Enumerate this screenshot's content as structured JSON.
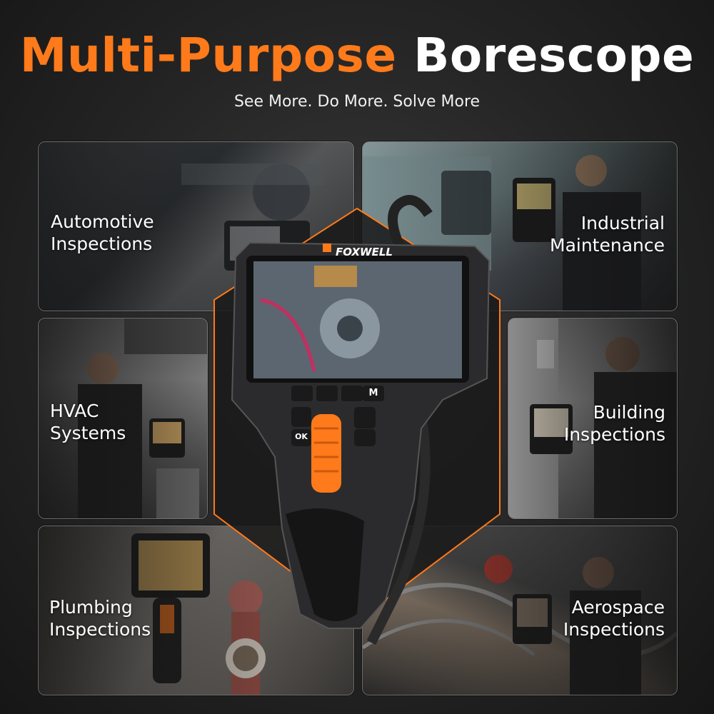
{
  "header": {
    "title_accent": "Multi-Purpose",
    "title_main": "Borescope",
    "subtitle": "See More. Do More. Solve More"
  },
  "colors": {
    "accent": "#ff7a1a",
    "background": "#242424",
    "text": "#ffffff"
  },
  "cards": {
    "automotive": {
      "line1": "Automotive",
      "line2": "Inspections"
    },
    "industrial": {
      "line1": "Industrial",
      "line2": "Maintenance"
    },
    "hvac": {
      "line1": "HVAC",
      "line2": "Systems"
    },
    "building": {
      "line1": "Building",
      "line2": "Inspections"
    },
    "plumbing": {
      "line1": "Plumbing",
      "line2": "Inspections"
    },
    "aerospace": {
      "line1": "Aerospace",
      "line2": "Inspections"
    }
  },
  "device": {
    "brand": "FOXWELL",
    "buttons": {
      "mode": "M",
      "ok": "OK"
    },
    "icons": [
      "zoom-icon",
      "rotate-icon",
      "camera-icon",
      "power-icon",
      "light-icon",
      "settings-icon"
    ]
  }
}
